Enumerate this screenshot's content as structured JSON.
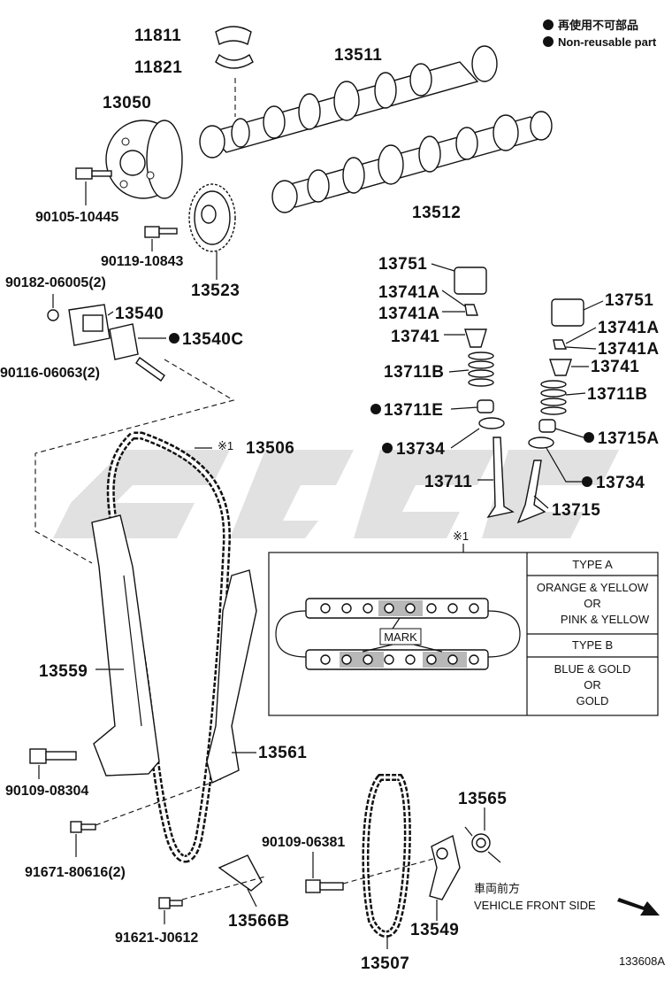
{
  "legend": {
    "jp": "再使用不可部品",
    "en": "Non-reusable part"
  },
  "callouts": [
    {
      "id": "c-11811",
      "text": "11811"
    },
    {
      "id": "c-11821",
      "text": "11821"
    },
    {
      "id": "c-13511",
      "text": "13511"
    },
    {
      "id": "c-13050",
      "text": "13050"
    },
    {
      "id": "c-90105",
      "text": "90105-10445"
    },
    {
      "id": "c-13512",
      "text": "13512"
    },
    {
      "id": "c-90119",
      "text": "90119-10843"
    },
    {
      "id": "c-13523",
      "text": "13523"
    },
    {
      "id": "c-90182",
      "text": "90182-06005(2)"
    },
    {
      "id": "c-13540",
      "text": "13540"
    },
    {
      "id": "c-13540C",
      "text": "13540C"
    },
    {
      "id": "c-90116",
      "text": "90116-06063(2)"
    },
    {
      "id": "c-13751a",
      "text": "13751"
    },
    {
      "id": "c-13741Aa",
      "text": "13741A"
    },
    {
      "id": "c-13741Ab",
      "text": "13741A"
    },
    {
      "id": "c-13741a",
      "text": "13741"
    },
    {
      "id": "c-13711Ba",
      "text": "13711B"
    },
    {
      "id": "c-13711E",
      "text": "13711E"
    },
    {
      "id": "c-13734a",
      "text": "13734"
    },
    {
      "id": "c-13711",
      "text": "13711"
    },
    {
      "id": "c-13751b",
      "text": "13751"
    },
    {
      "id": "c-13741Ac",
      "text": "13741A"
    },
    {
      "id": "c-13741Ad",
      "text": "13741A"
    },
    {
      "id": "c-13741b",
      "text": "13741"
    },
    {
      "id": "c-13711Bb",
      "text": "13711B"
    },
    {
      "id": "c-13715A",
      "text": "13715A"
    },
    {
      "id": "c-13734b",
      "text": "13734"
    },
    {
      "id": "c-13715",
      "text": "13715"
    },
    {
      "id": "c-13506",
      "text": "13506"
    },
    {
      "id": "c-13559",
      "text": "13559"
    },
    {
      "id": "c-13561",
      "text": "13561"
    },
    {
      "id": "c-90109a",
      "text": "90109-08304"
    },
    {
      "id": "c-91671",
      "text": "91671-80616(2)"
    },
    {
      "id": "c-13565",
      "text": "13565"
    },
    {
      "id": "c-90109b",
      "text": "90109-06381"
    },
    {
      "id": "c-13566B",
      "text": "13566B"
    },
    {
      "id": "c-91621",
      "text": "91621-J0612"
    },
    {
      "id": "c-13549",
      "text": "13549"
    },
    {
      "id": "c-13507",
      "text": "13507"
    }
  ],
  "note_mark": "※1",
  "chain_table": {
    "mark_label": "MARK",
    "type_a_header": "TYPE A",
    "type_a_lines": [
      "ORANGE & YELLOW",
      "OR",
      "PINK & YELLOW"
    ],
    "type_b_header": "TYPE B",
    "type_b_lines": [
      "BLUE & GOLD",
      "OR",
      "GOLD"
    ]
  },
  "direction": {
    "jp": "車両前方",
    "en": "VEHICLE FRONT SIDE"
  },
  "figure_id": "133608A"
}
